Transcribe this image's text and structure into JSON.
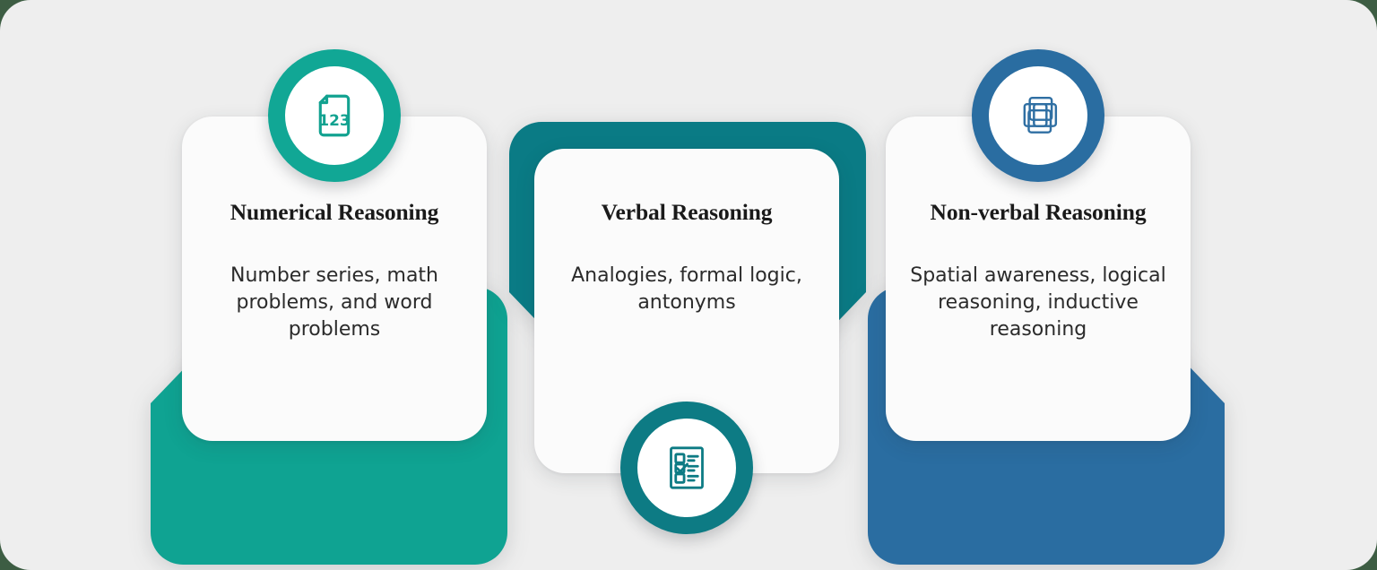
{
  "canvas": {
    "background_color": "#eeeeee",
    "outer_background_color": "#3d5d43"
  },
  "theme": {
    "green": "#0fa392",
    "teal": "#0a7b85",
    "blue": "#2a6da1",
    "card_bg": "#fbfbfb",
    "title_color": "#1a1a1a",
    "body_color": "#2b2b2b"
  },
  "cards": [
    {
      "id": "numerical-reasoning",
      "title": "Numerical Reasoning",
      "description": "Number series, math problems, and word problems",
      "accent_color": "#0fa392",
      "icon_name": "file-123-icon",
      "badge_position": "top"
    },
    {
      "id": "verbal-reasoning",
      "title": "Verbal Reasoning",
      "description": "Analogies, formal logic, antonyms",
      "accent_color": "#0a7b85",
      "icon_name": "checklist-icon",
      "badge_position": "bottom"
    },
    {
      "id": "non-verbal-reasoning",
      "title": "Non-verbal Reasoning",
      "description": "Spatial awareness, logical reasoning, inductive reasoning",
      "accent_color": "#2a6da1",
      "icon_name": "overlapping-squares-icon",
      "badge_position": "top"
    }
  ]
}
